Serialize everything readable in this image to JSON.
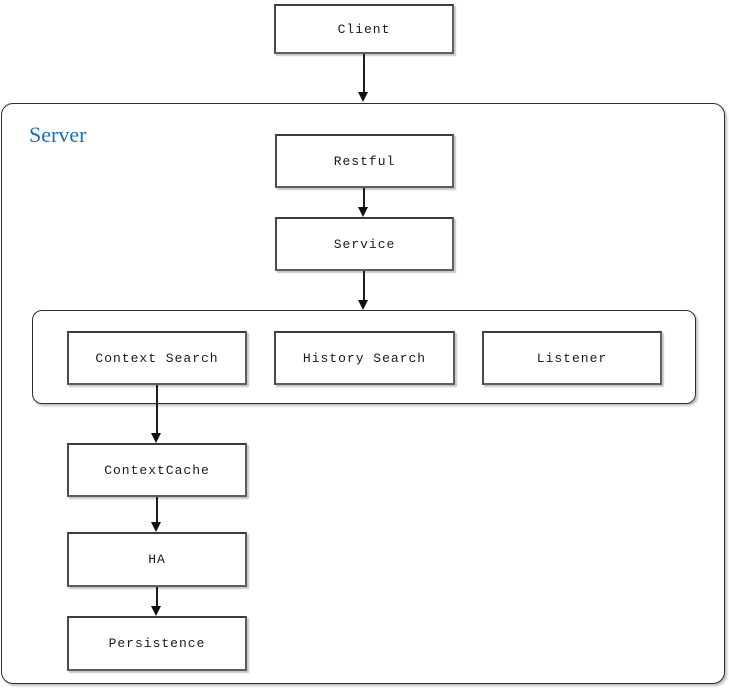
{
  "diagram": {
    "type": "flowchart",
    "orientation": "top-down",
    "background": "#ffffff"
  },
  "containers": {
    "server": {
      "label": "Server",
      "label_color": "#1570C0"
    },
    "search_group": {
      "label": ""
    }
  },
  "nodes": {
    "client": {
      "label": "Client"
    },
    "restful": {
      "label": "Restful"
    },
    "service": {
      "label": "Service"
    },
    "context_search": {
      "label": "Context Search"
    },
    "history_search": {
      "label": "History Search"
    },
    "listener": {
      "label": "Listener"
    },
    "context_cache": {
      "label": "ContextCache"
    },
    "ha": {
      "label": "HA"
    },
    "persistence": {
      "label": "Persistence"
    }
  },
  "edges": [
    {
      "from": "client",
      "to": "server",
      "style": "arrow-down"
    },
    {
      "from": "restful",
      "to": "service",
      "style": "arrow-down"
    },
    {
      "from": "service",
      "to": "search_group",
      "style": "arrow-down"
    },
    {
      "from": "context_search",
      "to": "context_cache",
      "style": "arrow-down"
    },
    {
      "from": "context_cache",
      "to": "ha",
      "style": "arrow-down"
    },
    {
      "from": "ha",
      "to": "persistence",
      "style": "arrow-down"
    }
  ],
  "colors": {
    "node_border": "#5e5e5e",
    "container_border": "#2f2f2f",
    "arrow": "#111111",
    "server_label": "#1570C0",
    "background": "#ffffff"
  }
}
